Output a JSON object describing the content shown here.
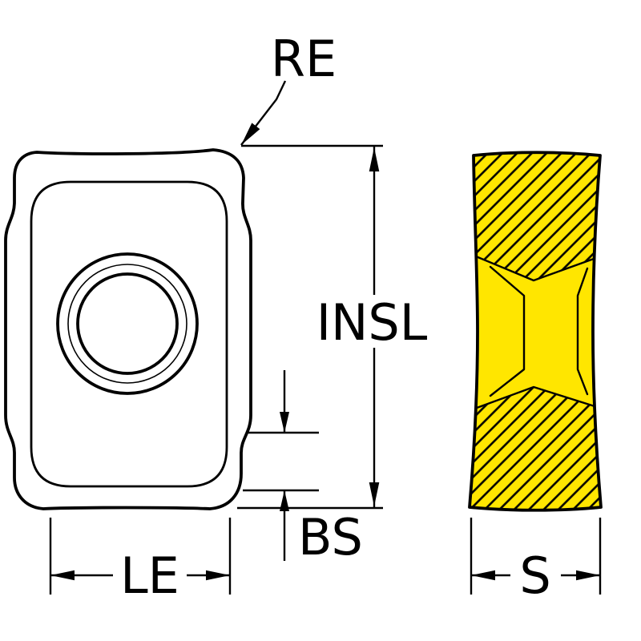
{
  "diagram": {
    "labels": {
      "re": "RE",
      "insl": "INSL",
      "bs": "BS",
      "le": "LE",
      "s": "S"
    },
    "colors": {
      "insert_fill": "#FFE600",
      "line": "#000000",
      "background": "#FFFFFF"
    }
  }
}
